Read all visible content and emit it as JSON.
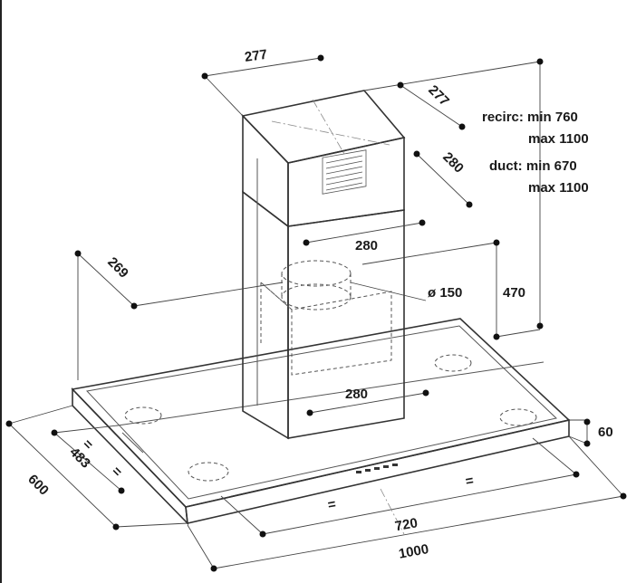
{
  "colors": {
    "line": "#333333",
    "text": "#1a1a1a",
    "background": "#ffffff"
  },
  "labels": {
    "chimney_top_width": "277",
    "chimney_top_depth": "277",
    "chimney_lower_depth": "280",
    "chimney_lower_width": "280",
    "chimney_base_width": "280",
    "offset_269": "269",
    "duct_diameter": "ø 150",
    "height_470": "470",
    "thickness_60": "60",
    "width_720": "720",
    "width_1000": "1000",
    "depth_600": "600",
    "depth_483": "483",
    "equal_sign": "=",
    "recirc_line1": "recirc: min 760",
    "recirc_line2": "max 1100",
    "duct_line1": "duct: min 670",
    "duct_line2": "max 1100"
  }
}
